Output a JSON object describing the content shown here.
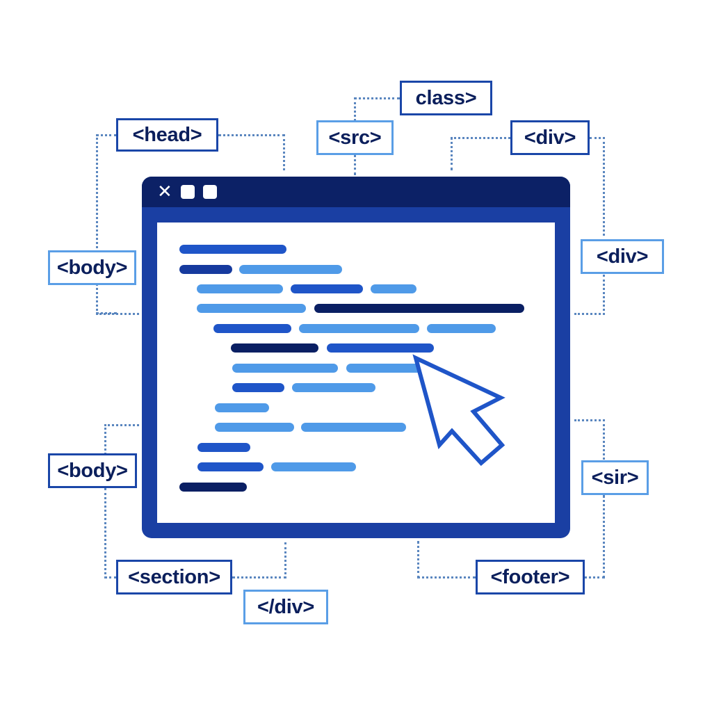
{
  "diagram": {
    "title": "HTML code window with tag labels",
    "colors": {
      "navy": "#0a1f63",
      "window_frame": "#1a3fa3",
      "titlebar": "#0c2166",
      "mid_blue": "#1f55c8",
      "light_blue": "#4f9ae8",
      "connector": "#5a86bf",
      "tag_text": "#0b1f5c"
    },
    "window": {
      "controls": [
        "close-icon",
        "minimize-icon",
        "maximize-icon"
      ],
      "close_glyph": "✕"
    },
    "tags": {
      "head": "<head>",
      "class": "class>",
      "src": "<src>",
      "div_top": "<div>",
      "div_right": "<div>",
      "body_top": "<body>",
      "body_bottom": "<body>",
      "sir": "<sir>",
      "section": "<section>",
      "close_div": "</div>",
      "footer": "<footer>"
    },
    "code_lines": [
      {
        "indent": 0,
        "segments": [
          "mid"
        ]
      },
      {
        "indent": 0,
        "segments": [
          "mid-dark",
          "light"
        ]
      },
      {
        "indent": 1,
        "segments": [
          "light",
          "mid",
          "light"
        ]
      },
      {
        "indent": 1,
        "segments": [
          "light",
          "navy"
        ]
      },
      {
        "indent": 2,
        "segments": [
          "mid",
          "light",
          "light"
        ]
      },
      {
        "indent": 3,
        "segments": [
          "navy",
          "mid"
        ]
      },
      {
        "indent": 3,
        "segments": [
          "light",
          "light"
        ]
      },
      {
        "indent": 3,
        "segments": [
          "mid",
          "light"
        ]
      },
      {
        "indent": 2,
        "segments": [
          "light"
        ]
      },
      {
        "indent": 2,
        "segments": [
          "light",
          "light"
        ]
      },
      {
        "indent": 1,
        "segments": [
          "mid"
        ]
      },
      {
        "indent": 1,
        "segments": [
          "mid",
          "light"
        ]
      },
      {
        "indent": 0,
        "segments": [
          "navy"
        ]
      }
    ],
    "cursor_icon": "arrow-pointer-icon"
  }
}
